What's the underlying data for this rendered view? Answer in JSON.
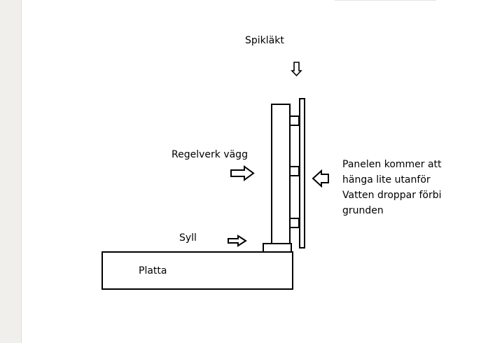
{
  "diagram": {
    "labels": {
      "spiklakt": "Spikläkt",
      "regelverk": "Regelverk vägg",
      "syll": "Syll",
      "platta": "Platta",
      "panel_lines": [
        "Panelen kommer att",
        "hänga lite utanför",
        "Vatten droppar förbi",
        "grunden"
      ]
    },
    "arrows": [
      {
        "name": "spiklakt-arrow",
        "direction": "down"
      },
      {
        "name": "regelverk-arrow",
        "direction": "right"
      },
      {
        "name": "syll-arrow",
        "direction": "right"
      },
      {
        "name": "panel-arrow",
        "direction": "left"
      }
    ],
    "colors": {
      "stroke": "#000000",
      "fill": "#ffffff",
      "margin": "#f0efeb"
    }
  }
}
